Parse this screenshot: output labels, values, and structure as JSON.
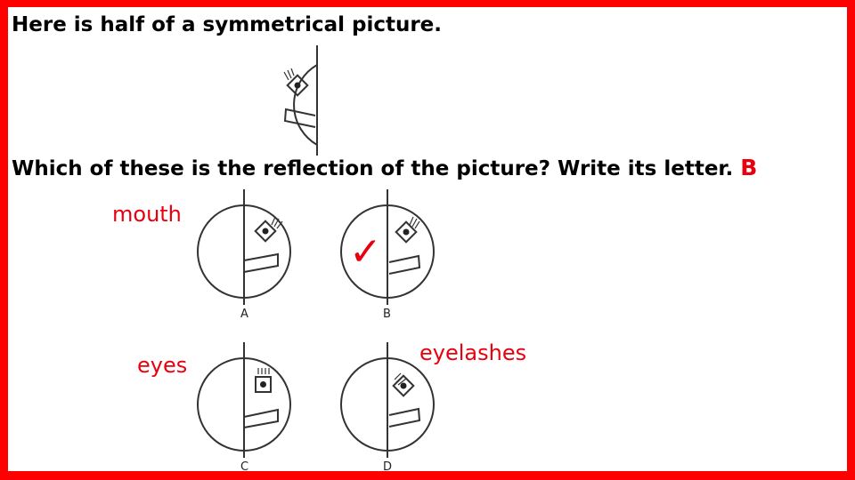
{
  "question_line_1": "Here is half of a symmetrical picture.",
  "question_line_2": "Which of these is the reflection of the picture? Write its letter.",
  "answer": "B",
  "annotations": {
    "mouth": "mouth",
    "eyes": "eyes",
    "eyelashes": "eyelashes",
    "tick": "✓"
  },
  "options": [
    {
      "letter": "A"
    },
    {
      "letter": "B"
    },
    {
      "letter": "C"
    },
    {
      "letter": "D"
    }
  ],
  "colors": {
    "border": "#ff0000",
    "annotation": "#e8000f",
    "text": "#000000"
  }
}
